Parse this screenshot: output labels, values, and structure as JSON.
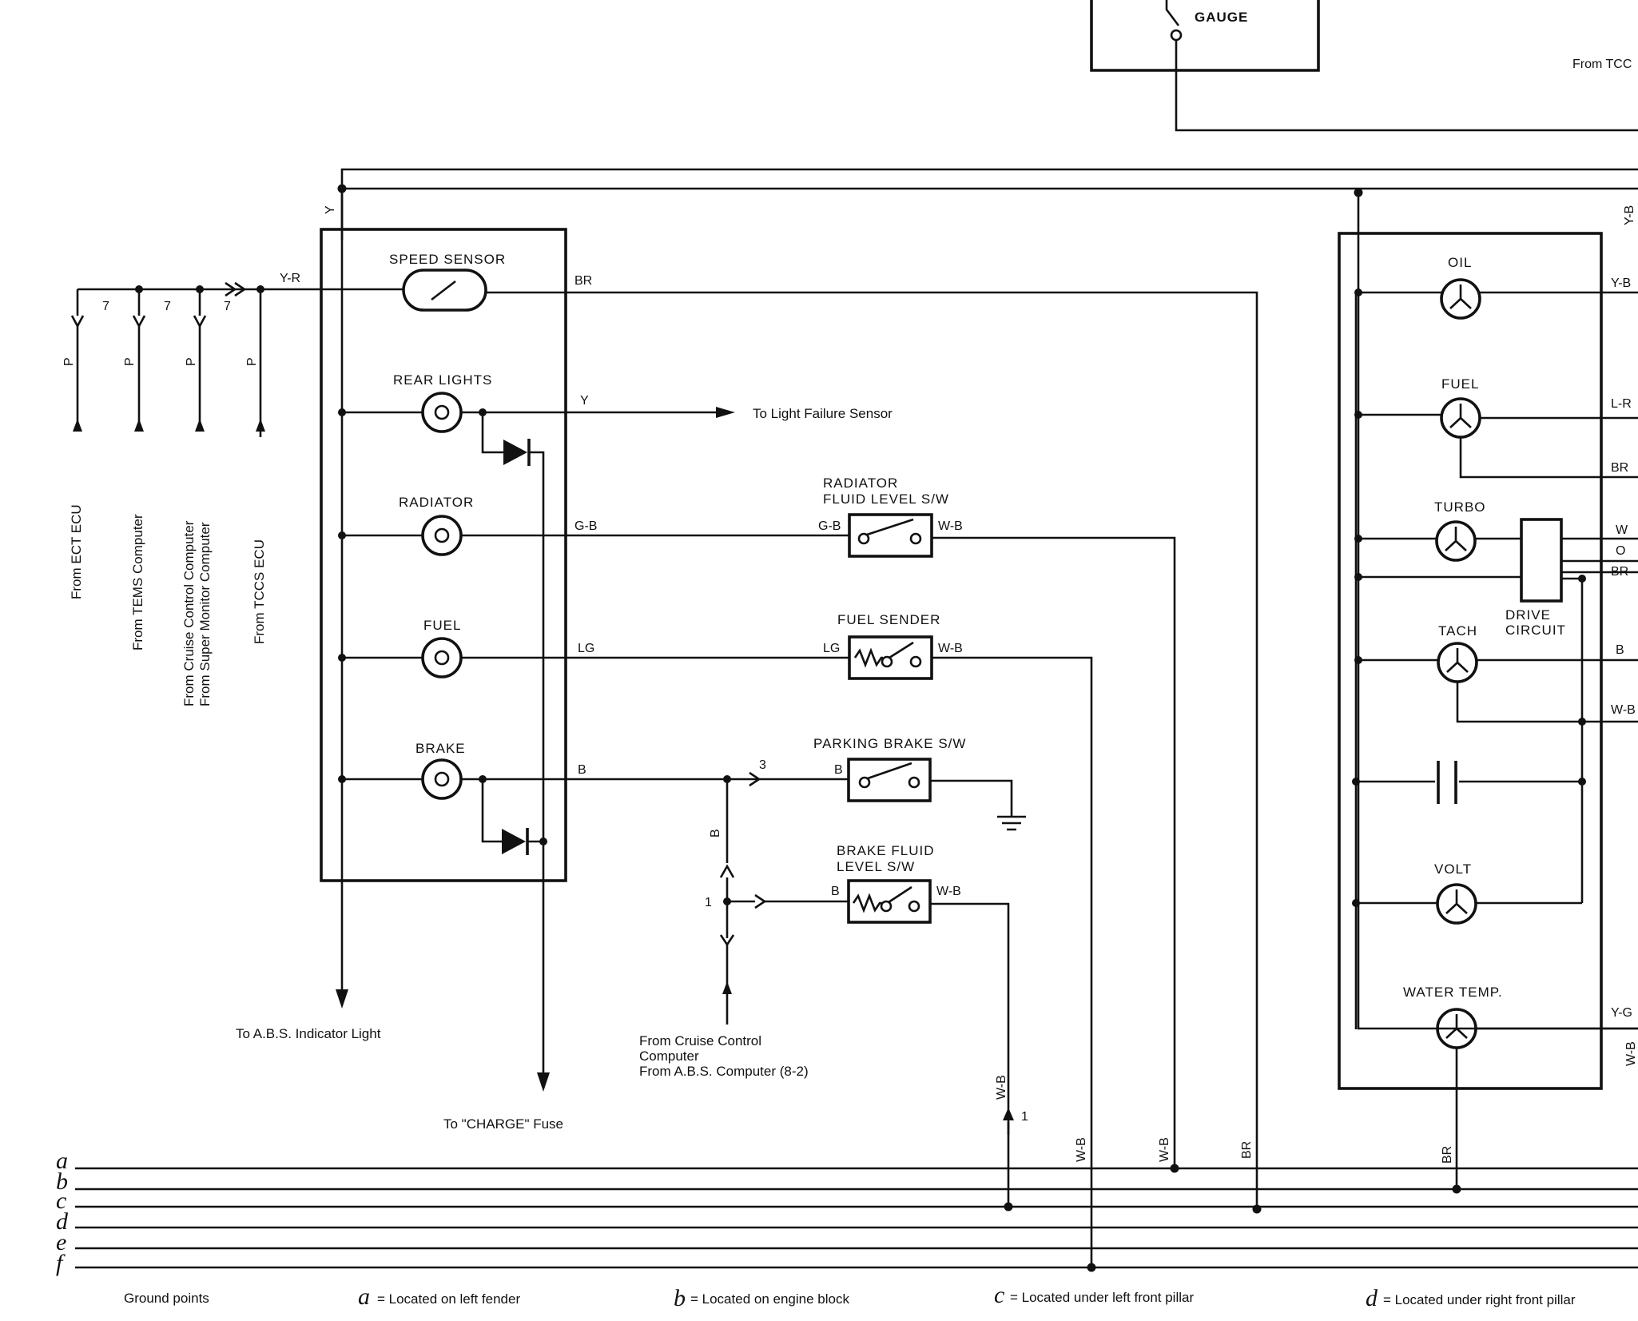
{
  "top_gauge": {
    "label": "GAUGE",
    "from_tcc": "From TCC"
  },
  "left_panel": {
    "speed_sensor": "SPEED SENSOR",
    "rear_lights": "REAR LIGHTS",
    "radiator": "RADIATOR",
    "fuel": "FUEL",
    "brake": "BRAKE"
  },
  "wire_colors": {
    "y_top": "Y",
    "y_r": "Y-R",
    "br_speed": "BR",
    "y_rear": "Y",
    "g_b": "G-B",
    "lg": "LG",
    "b": "B"
  },
  "left_inputs": {
    "seven": "7",
    "p": "P",
    "ect": "From ECT ECU",
    "tems": "From TEMS Computer",
    "cruise_1": "From Cruise Control Computer",
    "cruise_2": "From Super Monitor Computer",
    "tccs": "From TCCS ECU"
  },
  "switches": {
    "radiator_level_1": "RADIATOR",
    "radiator_level_2": "FLUID LEVEL S/W",
    "radiator_in": "G-B",
    "radiator_out": "W-B",
    "fuel_sender": "FUEL SENDER",
    "fuel_in": "LG",
    "fuel_out": "W-B",
    "parking": "PARKING BRAKE S/W",
    "parking_in": "B",
    "brake_fluid_1": "BRAKE FLUID",
    "brake_fluid_2": "LEVEL S/W",
    "brake_fluid_in": "B",
    "brake_fluid_out": "W-B"
  },
  "connectors": {
    "three": "3",
    "b_vert": "B",
    "one": "1",
    "wb_vert": "W-B",
    "one_b": "1"
  },
  "notes": {
    "light_failure": "To Light Failure Sensor",
    "abs_indicator": "To A.B.S. Indicator Light",
    "charge_fuse": "To \"CHARGE\" Fuse",
    "cruise_1": "From Cruise Control",
    "cruise_2": "Computer",
    "cruise_3": "From A.B.S. Computer (8-2)"
  },
  "right_panel": {
    "oil": "OIL",
    "fuel": "FUEL",
    "turbo": "TURBO",
    "drive_1": "DRIVE",
    "drive_2": "CIRCUIT",
    "tach": "TACH",
    "volt": "VOLT",
    "water": "WATER TEMP."
  },
  "right_wires": {
    "yb_top": "Y-B",
    "yb": "Y-B",
    "lr": "L-R",
    "br1": "BR",
    "w": "W",
    "o": "O",
    "br2": "BR",
    "b": "B",
    "wb": "W-B",
    "yg": "Y-G",
    "wb2": "W-B"
  },
  "ground_bus": {
    "letters": [
      "a",
      "b",
      "c",
      "d",
      "e",
      "f"
    ],
    "vert_wb1": "W-B",
    "vert_wb2": "W-B",
    "vert_br1": "BR",
    "vert_br2": "BR"
  },
  "legend": {
    "title": "Ground points",
    "a_letter": "a",
    "a_text": "= Located on left fender",
    "b_letter": "b",
    "b_text": "= Located on engine block",
    "c_letter": "c",
    "c_text": "= Located under left front pillar",
    "d_letter": "d",
    "d_text": "= Located under right front pillar"
  }
}
